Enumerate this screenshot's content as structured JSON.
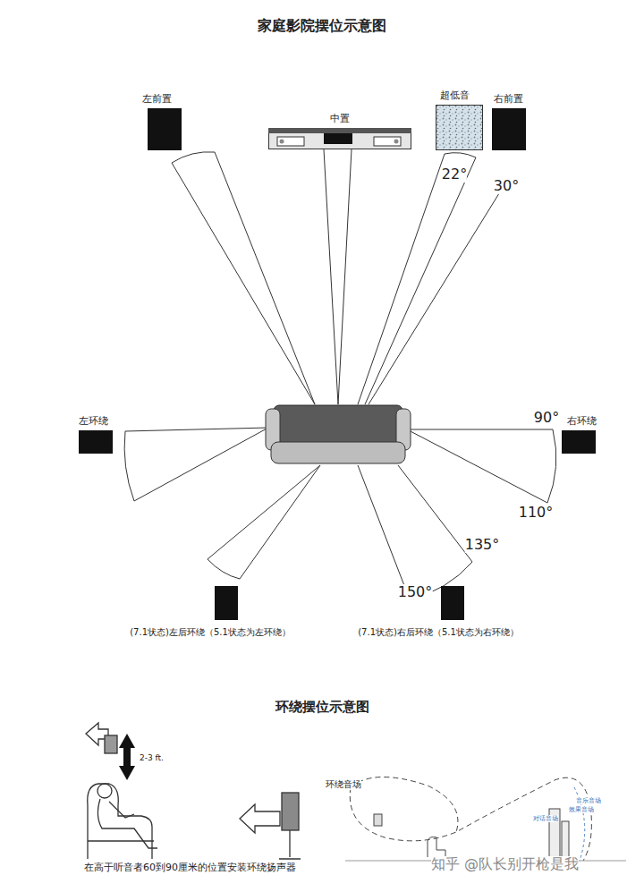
{
  "diagram": {
    "title": "家庭影院摆位示意图",
    "nodes": [
      {
        "text": [
          "左前置"
        ]
      },
      {
        "text": [
          "中置"
        ]
      },
      {
        "text": [
          "超低音"
        ]
      },
      {
        "text": [
          "右前置"
        ]
      },
      {
        "text": [
          "左环绕"
        ]
      },
      {
        "text": [
          "右环绕"
        ]
      },
      {
        "text": [
          "(7.1状态)左后环绕（5.1状态为左环绕）"
        ]
      },
      {
        "text": [
          "(7.1状态)右后环绕（5.1状态为右环绕）"
        ]
      }
    ],
    "labels": [
      "22°",
      "30°",
      "90°",
      "110°",
      "135°",
      "150°",
      "环绕摆位示意图",
      "2-3 ft.",
      "在高于听音者60到90厘米的位置安装环绕扬声器",
      "环绕音场",
      "音乐音场",
      "效果音场",
      "对话音场",
      "知乎 @队长别开枪是我"
    ]
  }
}
